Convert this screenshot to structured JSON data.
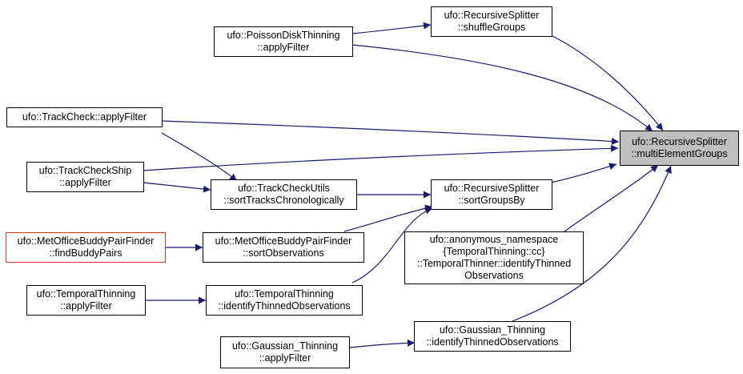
{
  "colors": {
    "edge": "#191970",
    "node_border": "#000000",
    "highlight_border": "#d9322b",
    "focus_fill": "#bfbfbf"
  },
  "nodes": {
    "focus": {
      "lines": [
        "ufo::RecursiveSplitter",
        "::multiElementGroups"
      ]
    },
    "shuffle": {
      "lines": [
        "ufo::RecursiveSplitter",
        "::shuffleGroups"
      ]
    },
    "poisson": {
      "lines": [
        "ufo::PoissonDiskThinning",
        "::applyFilter"
      ]
    },
    "trackcheck": {
      "lines": [
        "ufo::TrackCheck::applyFilter"
      ]
    },
    "trackcheckship": {
      "lines": [
        "ufo::TrackCheckShip",
        "::applyFilter"
      ]
    },
    "sorttracks": {
      "lines": [
        "ufo::TrackCheckUtils",
        "::sortTracksChronologically"
      ]
    },
    "sortgroups": {
      "lines": [
        "ufo::RecursiveSplitter",
        "::sortGroupsBy"
      ]
    },
    "findbuddy": {
      "lines": [
        "ufo::MetOfficeBuddyPairFinder",
        "::findBuddyPairs"
      ]
    },
    "sortobs": {
      "lines": [
        "ufo::MetOfficeBuddyPairFinder",
        "::sortObservations"
      ]
    },
    "anon": {
      "lines": [
        "ufo::anonymous_namespace",
        "{TemporalThinning::cc}",
        "::TemporalThinner::identifyThinned",
        "Observations"
      ]
    },
    "temporalapply": {
      "lines": [
        "ufo::TemporalThinning",
        "::applyFilter"
      ]
    },
    "temporalident": {
      "lines": [
        "ufo::TemporalThinning",
        "::identifyThinnedObservations"
      ]
    },
    "gaussident": {
      "lines": [
        "ufo::Gaussian_Thinning",
        "::identifyThinnedObservations"
      ]
    },
    "gaussapply": {
      "lines": [
        "ufo::Gaussian_Thinning",
        "::applyFilter"
      ]
    }
  }
}
